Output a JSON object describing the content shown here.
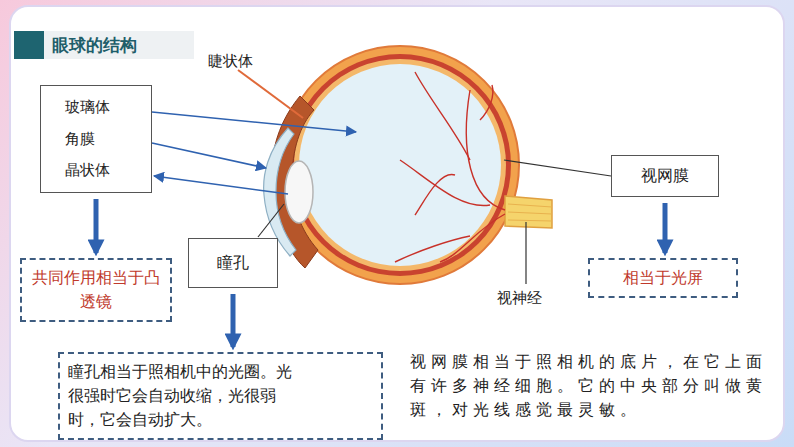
{
  "diagram": {
    "title": "眼球的结构",
    "nodes": [
      {
        "text": [
          "玻璃体",
          "角膜",
          "晶状体"
        ]
      },
      {
        "text": [
          "共同作用相当于凸透镜"
        ]
      },
      {
        "text": [
          "瞳孔"
        ]
      },
      {
        "text": [
          "瞳孔相当于照相机中的光圈。光很强时它会自动收缩，光很弱时，它会自动扩大。"
        ]
      },
      {
        "text": [
          "视网膜"
        ]
      },
      {
        "text": [
          "相当于光屏"
        ]
      }
    ],
    "edges": [
      {
        "from": 0,
        "to": 1,
        "arrow": "to"
      },
      {
        "from": 2,
        "to": 3,
        "arrow": "to"
      },
      {
        "from": 4,
        "to": 5,
        "arrow": "to"
      }
    ],
    "labels": [
      "睫状体",
      "视神经",
      "视网膜相当于照相机的底片，在它上面有许多神经细胞。它的中央部分叫做黄斑，对光线感觉最灵敏。"
    ]
  }
}
